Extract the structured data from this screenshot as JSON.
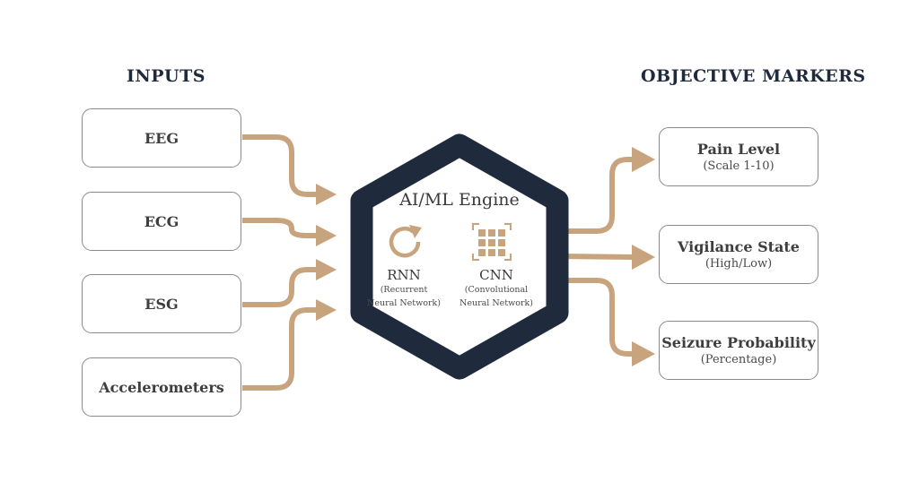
{
  "headings": {
    "inputs": "INPUTS",
    "outputs": "OBJECTIVE MARKERS"
  },
  "inputs": [
    {
      "label": "EEG"
    },
    {
      "label": "ECG"
    },
    {
      "label": "ESG"
    },
    {
      "label": "Accelerometers"
    }
  ],
  "engine": {
    "title": "AI/ML Engine",
    "models": [
      {
        "name": "RNN",
        "desc_line1": "(Recurrent",
        "desc_line2": "Neural Network)",
        "icon": "refresh-cycle-icon"
      },
      {
        "name": "CNN",
        "desc_line1": "(Convolutional",
        "desc_line2": "Neural Network)",
        "icon": "grid-icon"
      }
    ]
  },
  "outputs": [
    {
      "label": "Pain Level",
      "sub": "(Scale 1-10)"
    },
    {
      "label": "Vigilance State",
      "sub": "(High/Low)"
    },
    {
      "label": "Seizure Probability",
      "sub": "(Percentage)"
    }
  ],
  "colors": {
    "hexagon": "#1f2a3d",
    "arrows": "#c8a47e",
    "box_border": "#8a8a8a",
    "heading": "#1f2a3d"
  }
}
